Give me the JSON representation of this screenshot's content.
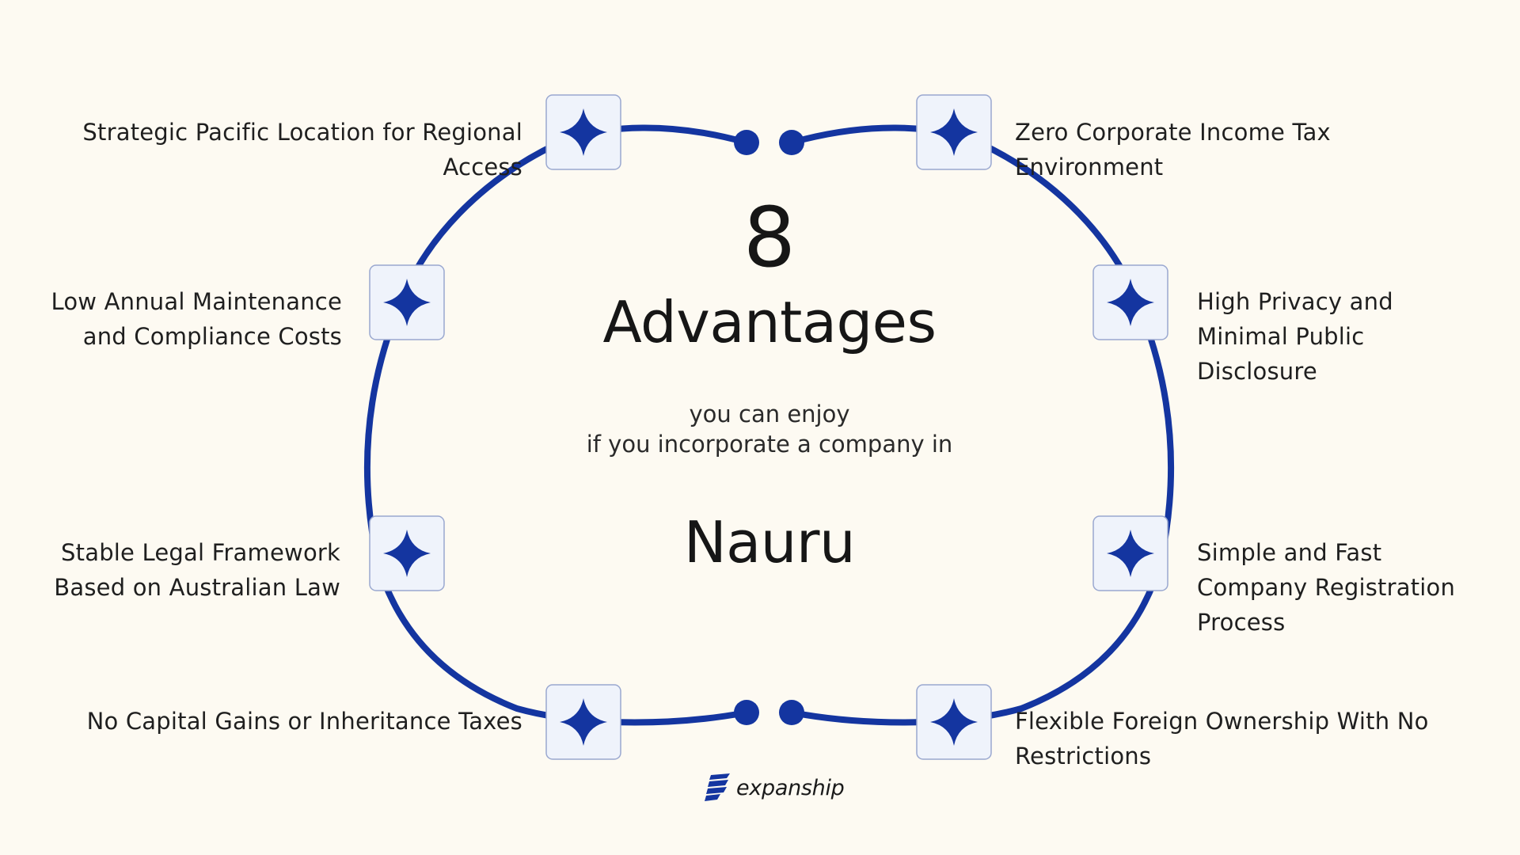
{
  "colors": {
    "background": "#fdfaf2",
    "ring": "#1435a0",
    "star": "#1435a0",
    "tile_fill": "#eff3fb",
    "tile_border": "#9aa8d0",
    "text": "#1f1f1f"
  },
  "center": {
    "number": "8",
    "heading": "Advantages",
    "subline_1": "you can enjoy",
    "subline_2": "if you incorporate a company in",
    "country": "Nauru"
  },
  "advantages": [
    {
      "lines": [
        "Strategic Pacific Location for Regional",
        "Access"
      ],
      "icon": "four-point-star-icon"
    },
    {
      "lines": [
        "Low Annual Maintenance",
        "and Compliance Costs"
      ],
      "icon": "four-point-star-icon"
    },
    {
      "lines": [
        "Stable Legal Framework",
        "Based on Australian Law"
      ],
      "icon": "four-point-star-icon"
    },
    {
      "lines": [
        "No Capital Gains or Inheritance Taxes"
      ],
      "icon": "four-point-star-icon"
    },
    {
      "lines": [
        "Zero Corporate Income Tax",
        "Environment"
      ],
      "icon": "four-point-star-icon"
    },
    {
      "lines": [
        "High Privacy and",
        "Minimal Public",
        "Disclosure"
      ],
      "icon": "four-point-star-icon"
    },
    {
      "lines": [
        "Simple and Fast",
        "Company Registration",
        "Process"
      ],
      "icon": "four-point-star-icon"
    },
    {
      "lines": [
        "Flexible Foreign Ownership With No",
        "Restrictions"
      ],
      "icon": "four-point-star-icon"
    }
  ],
  "brand": {
    "name": "expanship",
    "icon": "expanship-logo-icon"
  }
}
